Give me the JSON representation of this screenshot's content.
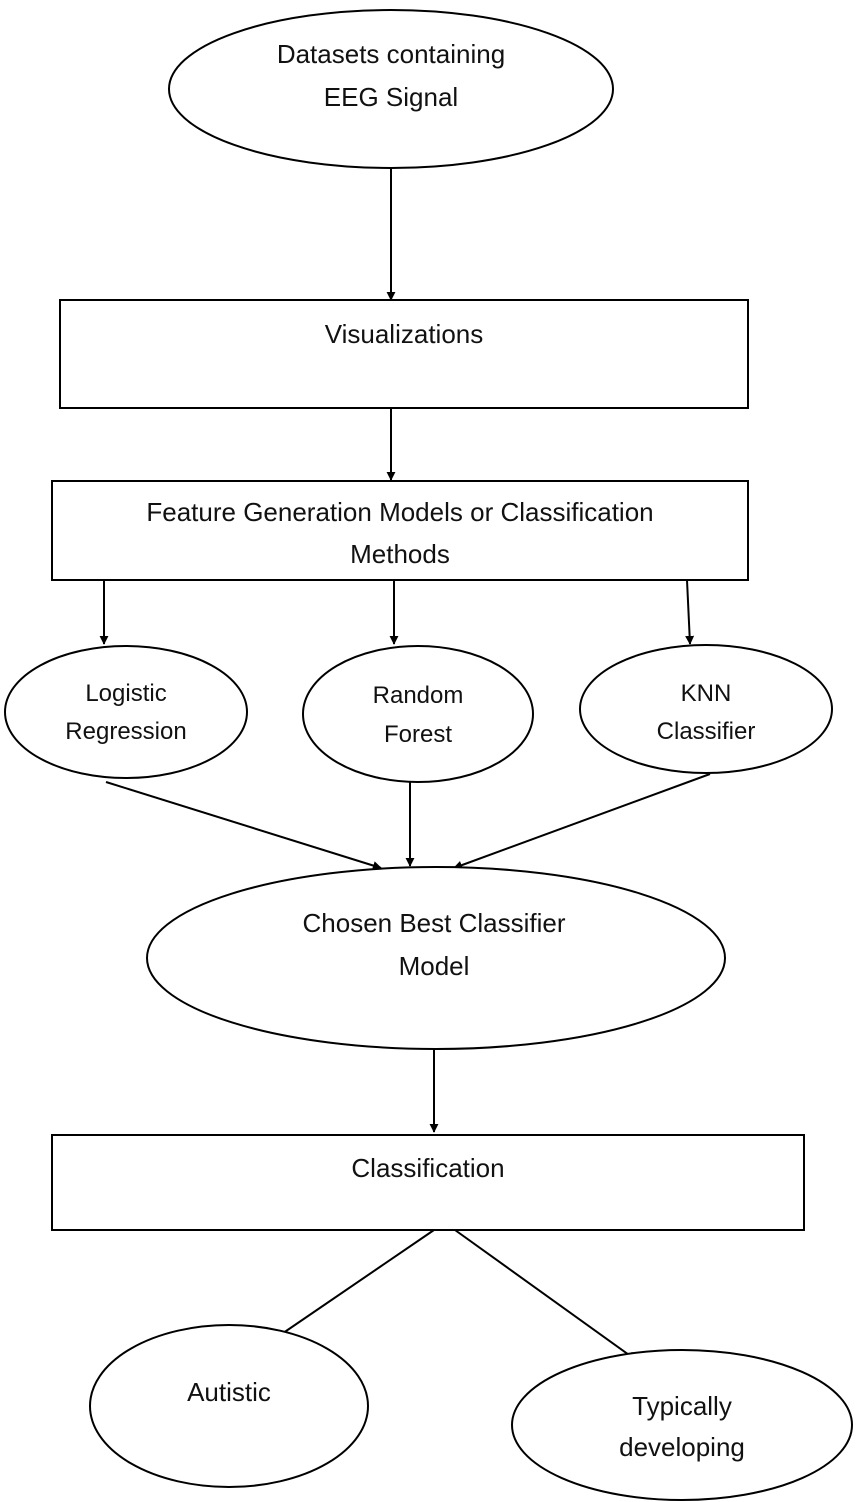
{
  "nodes": {
    "datasets": [
      "Datasets containing",
      "EEG Signal"
    ],
    "visualizations": [
      "Visualizations"
    ],
    "feature_generation": [
      "Feature Generation Models or Classification",
      "Methods"
    ],
    "logistic_regression": [
      "Logistic",
      "Regression"
    ],
    "random_forest": [
      "Random",
      "Forest"
    ],
    "knn": [
      "KNN",
      "Classifier"
    ],
    "best_classifier": [
      "Chosen Best Classifier",
      "Model"
    ],
    "classification": [
      "Classification"
    ],
    "autistic": [
      "Autistic"
    ],
    "typically_developing": [
      "Typically",
      "developing"
    ]
  },
  "edges": [
    [
      "datasets",
      "visualizations"
    ],
    [
      "visualizations",
      "feature_generation"
    ],
    [
      "feature_generation",
      "logistic_regression"
    ],
    [
      "feature_generation",
      "random_forest"
    ],
    [
      "feature_generation",
      "knn"
    ],
    [
      "logistic_regression",
      "best_classifier"
    ],
    [
      "random_forest",
      "best_classifier"
    ],
    [
      "knn",
      "best_classifier"
    ],
    [
      "best_classifier",
      "classification"
    ],
    [
      "classification",
      "autistic"
    ],
    [
      "classification",
      "typically_developing"
    ]
  ]
}
